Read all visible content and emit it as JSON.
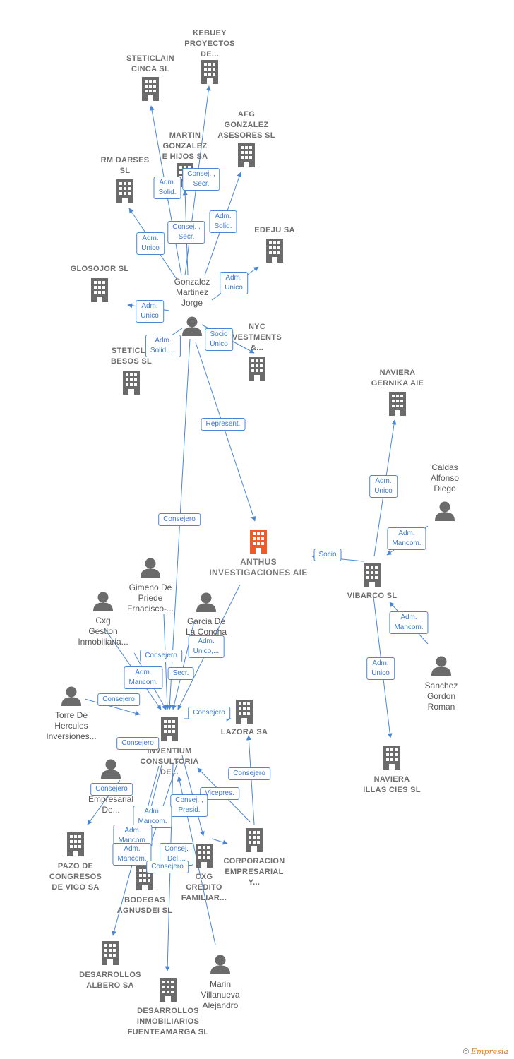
{
  "colors": {
    "edge": "#4a86d4",
    "icon": "#6b6b6b",
    "center": "#f05a28"
  },
  "nodes": [
    {
      "id": "kebuey",
      "type": "company",
      "label": "KEBUEY\nPROYECTOS\nDE..."
    },
    {
      "id": "steticlain",
      "type": "company",
      "label": "STETICLAIN\nCINCA  SL"
    },
    {
      "id": "afg",
      "type": "company",
      "label": "AFG\nGONZALEZ\nASESORES  SL"
    },
    {
      "id": "martin",
      "type": "company",
      "label": "MARTIN\nGONZALEZ\nE HIJOS SA"
    },
    {
      "id": "rmdarses",
      "type": "company",
      "label": "RM DARSES\nSL"
    },
    {
      "id": "edeju",
      "type": "company",
      "label": "EDEJU SA"
    },
    {
      "id": "glosojor",
      "type": "company",
      "label": "GLOSOJOR  SL"
    },
    {
      "id": "gonzalez",
      "type": "person",
      "label": "Gonzalez\nMartinez\nJorge"
    },
    {
      "id": "nyc",
      "type": "company",
      "label": "NYC\nVESTMENTS\n&..."
    },
    {
      "id": "steticlab",
      "type": "company",
      "label": "STETICLA\nBESOS  SL"
    },
    {
      "id": "naviera_gernika",
      "type": "company",
      "label": "NAVIERA\nGERNIKA  AIE"
    },
    {
      "id": "caldas",
      "type": "person",
      "label": "Caldas\nAlfonso\nDiego"
    },
    {
      "id": "anthus",
      "type": "center",
      "label": "ANTHUS\nINVESTIGACIONES AIE"
    },
    {
      "id": "vibarco",
      "type": "company",
      "label": "VIBARCO SL"
    },
    {
      "id": "gimeno",
      "type": "person",
      "label": "Gimeno De\nPriede\nFrnacisco-..."
    },
    {
      "id": "cxg_gestion",
      "type": "person",
      "label": "Cxg\nGestion\nInmobiliaria..."
    },
    {
      "id": "garcia",
      "type": "person",
      "label": "Garcia De\nLa Concha"
    },
    {
      "id": "sanchez",
      "type": "person",
      "label": "Sanchez\nGordon\nRoman"
    },
    {
      "id": "torre",
      "type": "person",
      "label": "Torre De\nHercules\nInversiones..."
    },
    {
      "id": "lazora",
      "type": "company",
      "label": "LAZORA SA"
    },
    {
      "id": "inventium",
      "type": "company",
      "label": "INVENTIUM\nCONSULTORIA\nDE..."
    },
    {
      "id": "naviera_illas",
      "type": "company",
      "label": "NAVIERA\nILLAS CIES  SL"
    },
    {
      "id": "cxg_emp",
      "type": "person",
      "label": "C\nEmpresarial\nDe..."
    },
    {
      "id": "pazo",
      "type": "company",
      "label": "PAZO DE\nCONGRESOS\nDE VIGO SA"
    },
    {
      "id": "corporacion",
      "type": "company",
      "label": "CORPORACION\nEMPRESARIAL\nY..."
    },
    {
      "id": "cxg_credito",
      "type": "company",
      "label": "CXG\nCREDITO\nFAMILIAR..."
    },
    {
      "id": "bodegas",
      "type": "company",
      "label": "BODEGAS\nAGNUSDEI SL"
    },
    {
      "id": "albero",
      "type": "company",
      "label": "DESARROLLOS\nALBERO SA"
    },
    {
      "id": "marin",
      "type": "person",
      "label": "Marin\nVillanueva\nAlejandro"
    },
    {
      "id": "fuenteamarga",
      "type": "company",
      "label": "DESARROLLOS\nINMOBILIARIOS\nFUENTEAMARGA SL"
    }
  ],
  "edge_labels": [
    "Consej. ,\nSecr.",
    "Adm.\nSolid.",
    "Adm.\nSolid.",
    "Consej. ,\nSecr.",
    "Adm.\nUnico",
    "Adm.\nUnico",
    "Adm.\nUnico",
    "Adm.\nSolid.,...",
    "Socio\nÚnico",
    "Represent.",
    "Consejero",
    "Socio",
    "Adm.\nUnico",
    "Adm.\nMancom.",
    "Adm.\nMancom.",
    "Adm.\nUnico",
    "Adm.\nUnico,...",
    "Consejero",
    "Secr.",
    "Adm.\nMancom.",
    "Consejero",
    "Consejero",
    "Consejero",
    "Consejero",
    "Vicepres.",
    "Consej. ,\nPresid.",
    "Adm.\nMancom.",
    "Adm.\nMancom.",
    "Adm.\nMancom.",
    "Consej.\nDel....",
    "Consejero",
    "Consejero"
  ],
  "footer": {
    "copyright": "©",
    "brand": "Empresia"
  }
}
